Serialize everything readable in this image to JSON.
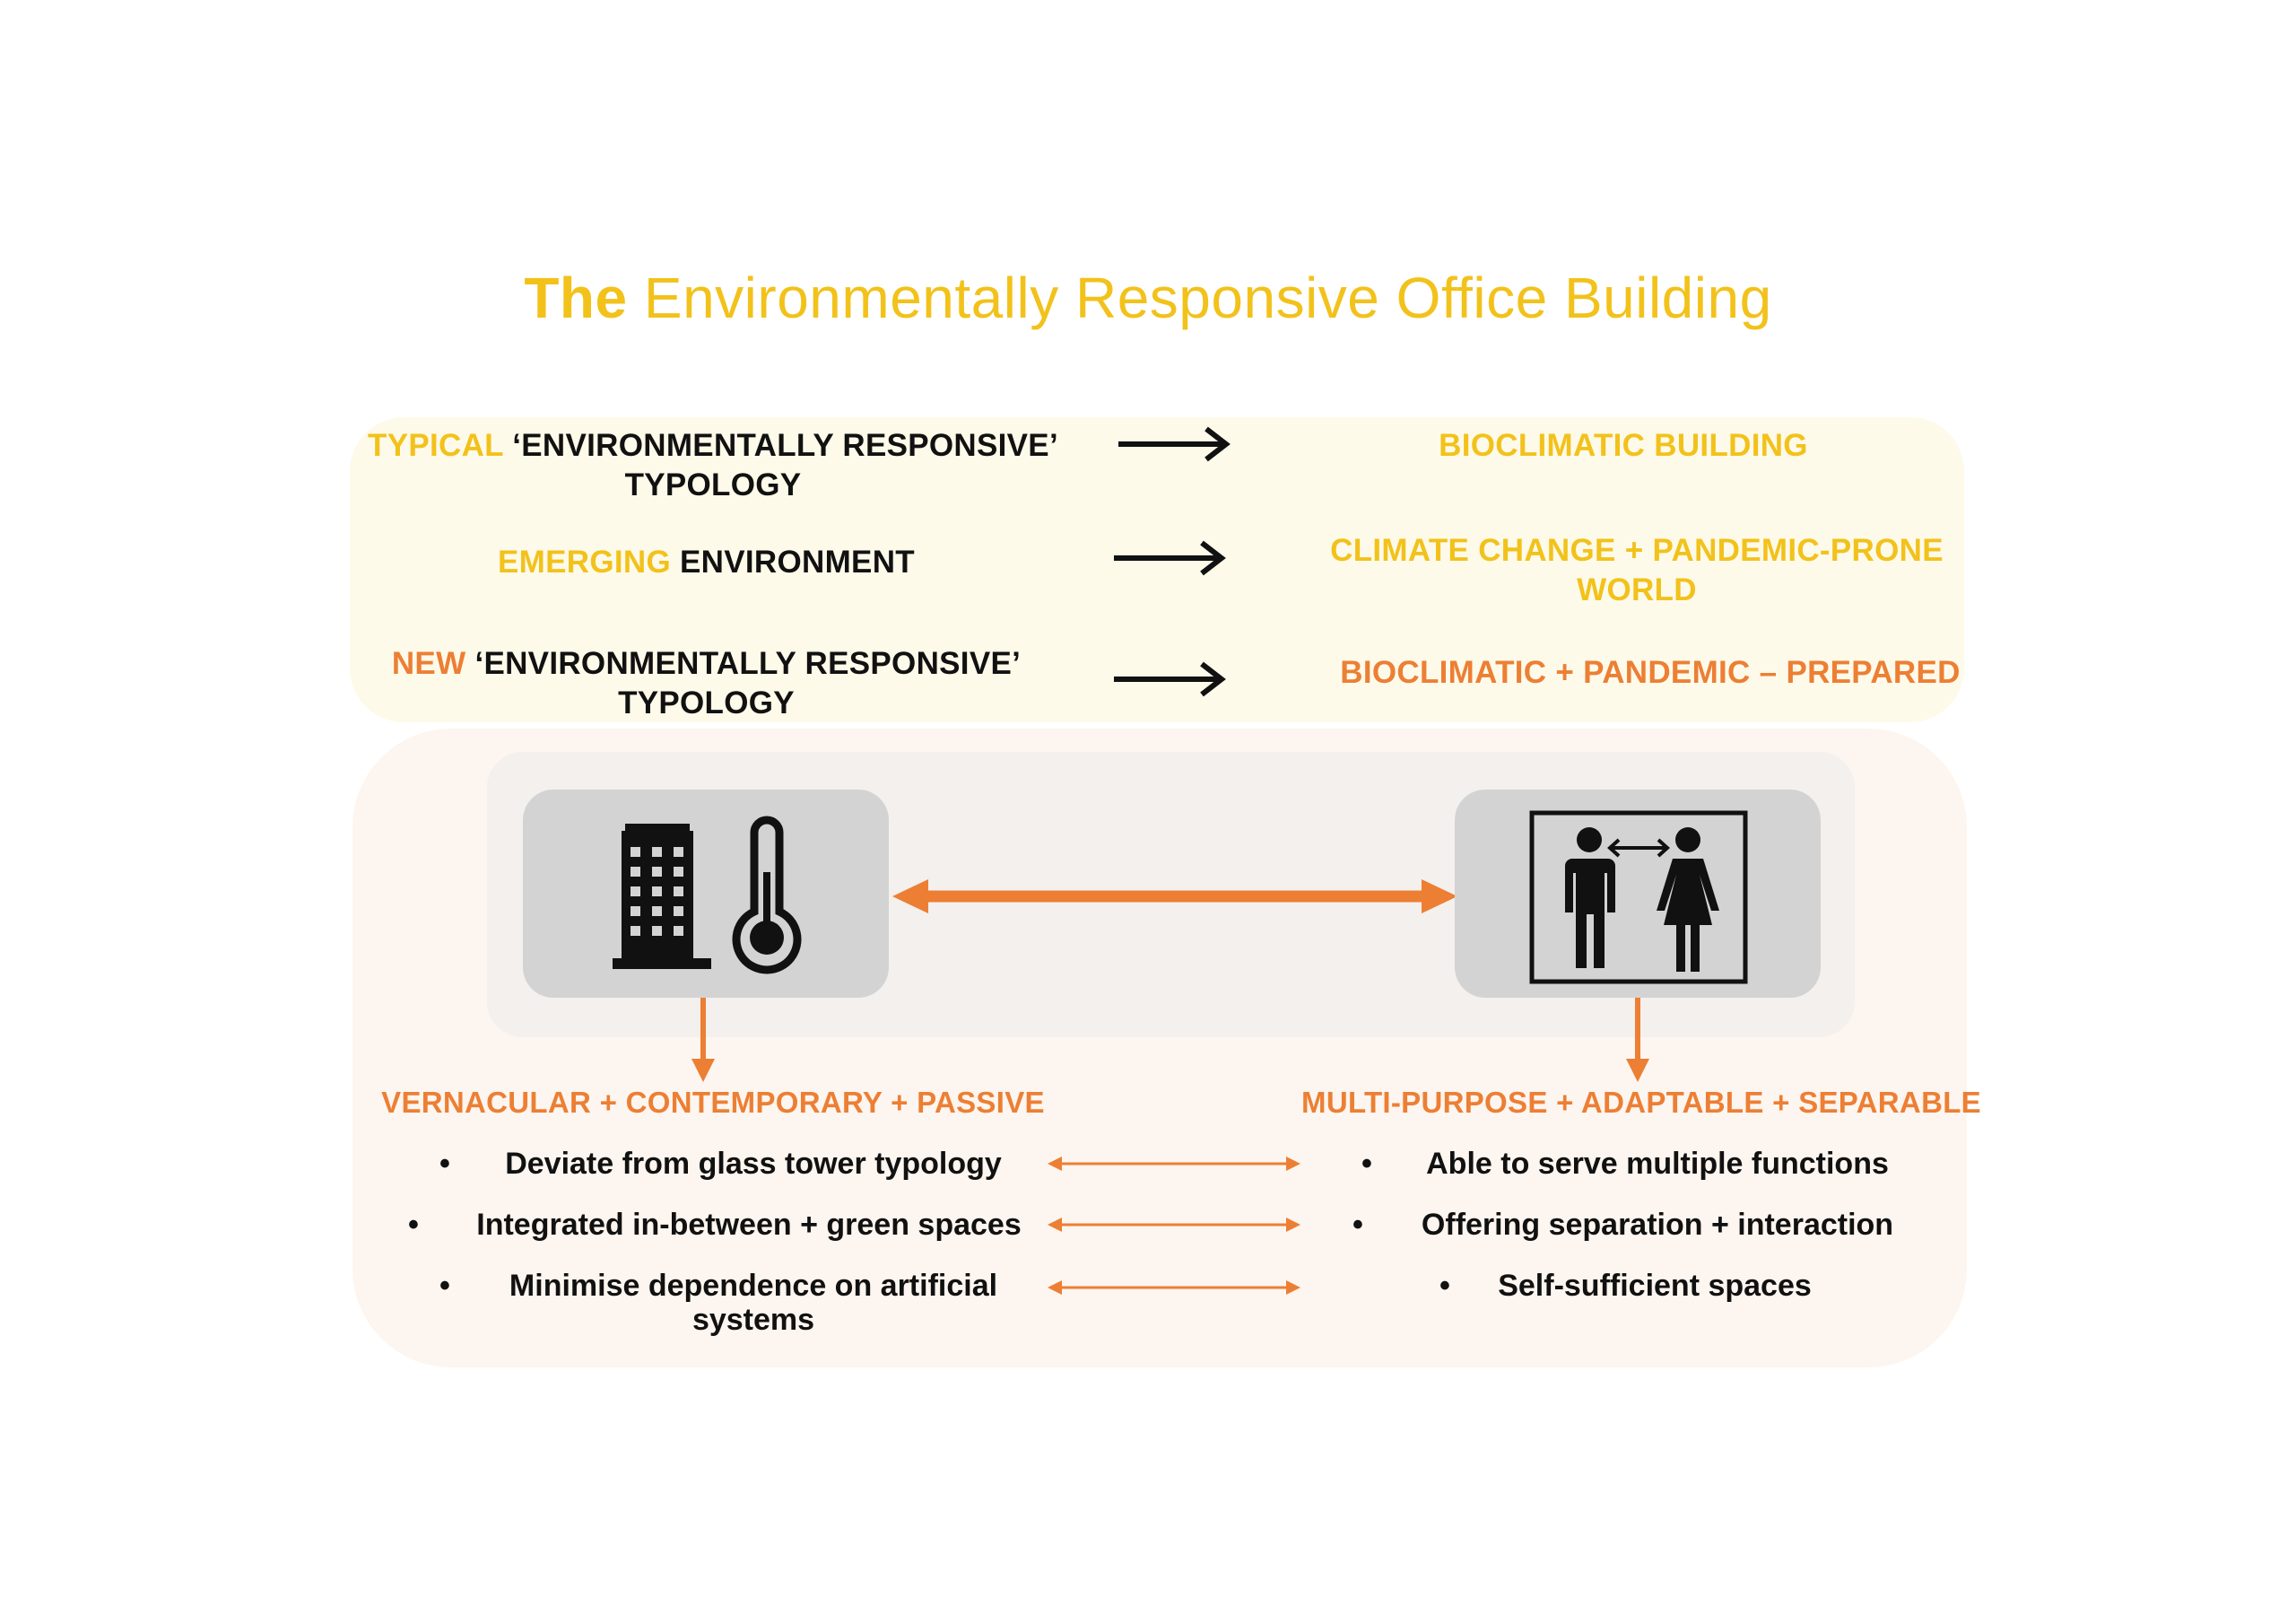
{
  "title": {
    "lead": "The",
    "rest": "Environmentally Responsive Office Building"
  },
  "rows": [
    {
      "prefix": "TYPICAL",
      "line1": "‘ENVIRONMENTALLY RESPONSIVE’",
      "line2": "TYPOLOGY",
      "result_line1": "BIOCLIMATIC BUILDING",
      "result_line2": ""
    },
    {
      "prefix": "EMERGING",
      "line1": "ENVIRONMENT",
      "line2": "",
      "result_line1": "CLIMATE CHANGE + PANDEMIC-PRONE",
      "result_line2": "WORLD"
    },
    {
      "prefix": "NEW",
      "line1": "‘ENVIRONMENTALLY RESPONSIVE’",
      "line2": "TYPOLOGY",
      "result_line1": "BIOCLIMATIC + PANDEMIC – PREPARED",
      "result_line2": ""
    }
  ],
  "left_column": {
    "heading": "VERNACULAR + CONTEMPORARY + PASSIVE",
    "bullets": [
      {
        "line1": "Deviate from glass tower typology",
        "line2": ""
      },
      {
        "line1": "Integrated in-between + green spaces",
        "line2": ""
      },
      {
        "line1": "Minimise dependence on artificial",
        "line2": "systems"
      }
    ],
    "icons": [
      "office-building-icon",
      "thermometer-icon"
    ]
  },
  "right_column": {
    "heading": "MULTI-PURPOSE + ADAPTABLE + SEPARABLE",
    "bullets": [
      {
        "line1": "Able to serve multiple functions"
      },
      {
        "line1": "Offering separation + interaction"
      },
      {
        "line1": "Self-sufficient spaces"
      }
    ],
    "icons": [
      "people-distancing-icon"
    ]
  },
  "bullet_char": "•",
  "colors": {
    "yellow": "#f2c21b",
    "orange": "#ec7f34",
    "dark": "#111111",
    "top_panel": "#fefaea",
    "bottom_panel": "#fdf5ef",
    "icon_box": "#d3d3d3"
  }
}
